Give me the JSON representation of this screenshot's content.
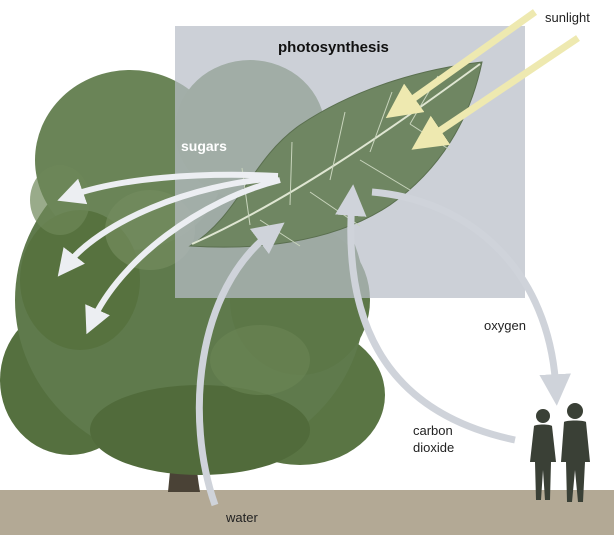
{
  "diagram": {
    "title": "photosynthesis",
    "labels": {
      "sunlight": "sunlight",
      "sugars": "sugars",
      "oxygen": "oxygen",
      "carbon_dioxide_line1": "carbon",
      "carbon_dioxide_line2": "dioxide",
      "water": "water"
    },
    "colors": {
      "panel": "#b9bec8",
      "sunlight_arrow": "#eee9b0",
      "flow_arrow": "#cfd3da",
      "sugar_arrow": "#eceef2",
      "leaf": "#6f8662",
      "tree": "#5f7a4c",
      "ground": "#b3a995",
      "people": "#3a4036"
    },
    "icons": [
      "tree-illustration",
      "leaf-illustration",
      "people-silhouette"
    ]
  }
}
